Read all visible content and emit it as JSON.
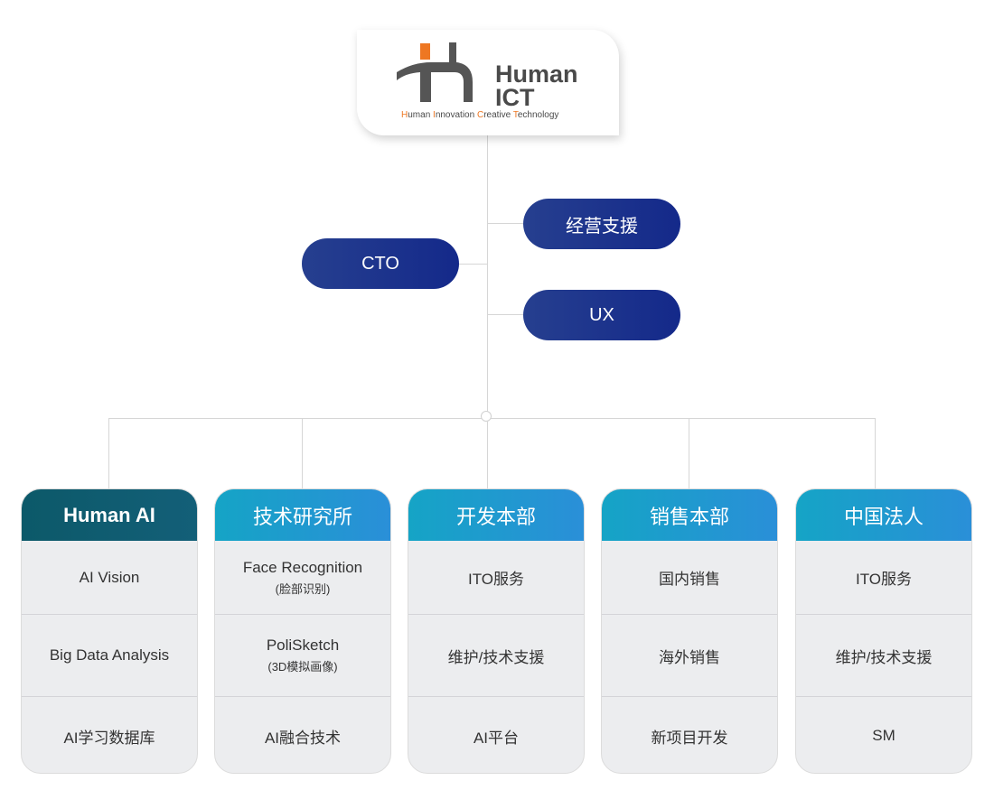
{
  "logo": {
    "word1": "Human",
    "word2": "ICT",
    "tagline": [
      {
        "hl": "H",
        "rest": "uman "
      },
      {
        "hl": "I",
        "rest": "nnovation "
      },
      {
        "hl": "C",
        "rest": "reative "
      },
      {
        "hl": "T",
        "rest": "echnology"
      }
    ],
    "colors": {
      "accent": "#ee7722",
      "mark": "#555555"
    }
  },
  "nodes": {
    "management_support": "经营支援",
    "cto": "CTO",
    "ux": "UX"
  },
  "departments": [
    {
      "title": "Human AI",
      "items": [
        {
          "label": "AI Vision"
        },
        {
          "label": "Big Data Analysis"
        },
        {
          "label": "AI学习数据库"
        }
      ]
    },
    {
      "title": "技术研究所",
      "items": [
        {
          "label": "Face Recognition",
          "sub": "(脸部识别)"
        },
        {
          "label": "PoliSketch",
          "sub": "(3D模拟画像)"
        },
        {
          "label": "AI融合技术"
        }
      ]
    },
    {
      "title": "开发本部",
      "items": [
        {
          "label": "ITO服务"
        },
        {
          "label": "维护/技术支援"
        },
        {
          "label": "AI平台"
        }
      ]
    },
    {
      "title": "销售本部",
      "items": [
        {
          "label": "国内销售"
        },
        {
          "label": "海外销售"
        },
        {
          "label": "新项目开发"
        }
      ]
    },
    {
      "title": "中国法人",
      "items": [
        {
          "label": "ITO服务"
        },
        {
          "label": "维护/技术支援"
        },
        {
          "label": "SM"
        }
      ]
    }
  ],
  "colors": {
    "pill": "#1f3a8f",
    "dept_dark": "#0c5969",
    "dept_light": "#1e9bd0",
    "cell_bg": "#ecedef"
  }
}
